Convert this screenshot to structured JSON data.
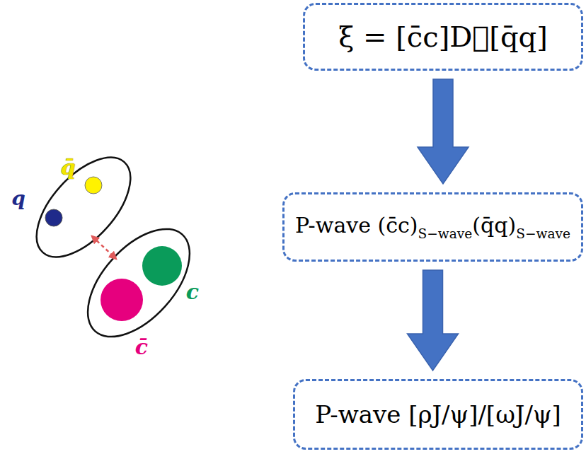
{
  "diagram": {
    "nodes": [
      {
        "text": [
          "ξ = [c̄c]D⃡[q̄q]"
        ]
      },
      {
        "text": [
          "P-wave (c̄c)",
          "S−wave",
          "(q̄q)",
          "S−wave"
        ]
      },
      {
        "text": [
          "P-wave [ρJ/ψ]/[ωJ/ψ]"
        ]
      }
    ],
    "edges": [
      {
        "from": 0,
        "to": 1,
        "arrow": "to"
      },
      {
        "from": 1,
        "to": 2,
        "arrow": "to"
      }
    ],
    "labels": [
      "q̄",
      "q",
      "c",
      "c̄"
    ]
  }
}
